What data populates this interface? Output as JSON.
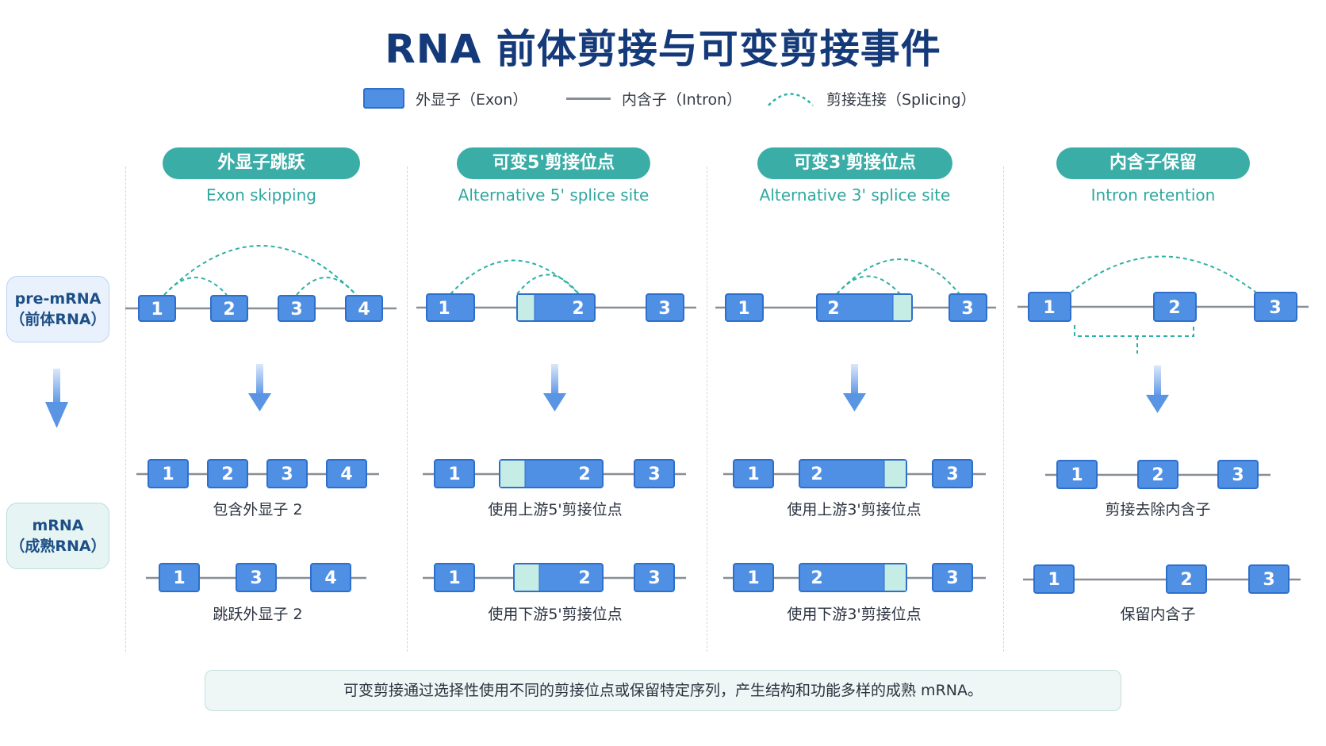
{
  "title": "RNA 前体剪接与可变剪接事件",
  "legend": {
    "exon": "外显子（Exon）",
    "intron": "内含子（Intron）",
    "splicing": "剪接连接（Splicing）"
  },
  "stages": {
    "pre_line1": "pre-mRNA",
    "pre_line2": "（前体RNA）",
    "m_line1": "mRNA",
    "m_line2": "（成熟RNA）"
  },
  "panels": [
    {
      "title": "外显子跳跃",
      "subtitle": "Exon skipping",
      "caption1": "包含外显子 2",
      "caption2": "跳跃外显子 2",
      "pre_exons": [
        "1",
        "2",
        "3",
        "4"
      ],
      "m1_exons": [
        "1",
        "2",
        "3",
        "4"
      ],
      "m2_exons": [
        "1",
        "3",
        "4"
      ]
    },
    {
      "title": "可变5'剪接位点",
      "subtitle": "Alternative 5' splice site",
      "caption1": "使用上游5'剪接位点",
      "caption2": "使用下游5'剪接位点",
      "pre_exons": [
        "1",
        "2",
        "3"
      ],
      "m1_exons": [
        "1",
        "2",
        "3"
      ],
      "m2_exons": [
        "1",
        "2",
        "3"
      ]
    },
    {
      "title": "可变3'剪接位点",
      "subtitle": "Alternative 3' splice site",
      "caption1": "使用上游3'剪接位点",
      "caption2": "使用下游3'剪接位点",
      "pre_exons": [
        "1",
        "2",
        "3"
      ],
      "m1_exons": [
        "1",
        "2",
        "3"
      ],
      "m2_exons": [
        "1",
        "2",
        "3"
      ]
    },
    {
      "title": "内含子保留",
      "subtitle": "Intron retention",
      "caption1": "剪接去除内含子",
      "caption2": "保留内含子",
      "pre_exons": [
        "1",
        "2",
        "3"
      ],
      "m1_exons": [
        "1",
        "2",
        "3"
      ],
      "m2_exons": [
        "1",
        "2",
        "3"
      ]
    }
  ],
  "footer": "可变剪接通过选择性使用不同的剪接位点或保留特定序列，产生结构和功能多样的成熟 mRNA。",
  "colors": {
    "exon_fill": "#4f8fe4",
    "exon_border": "#2e6fcc",
    "alt_region": "#c6ece6",
    "intron": "#888e96",
    "splice_arc": "#2fb0a6",
    "pill": "#3aada7",
    "title": "#153a7a"
  }
}
